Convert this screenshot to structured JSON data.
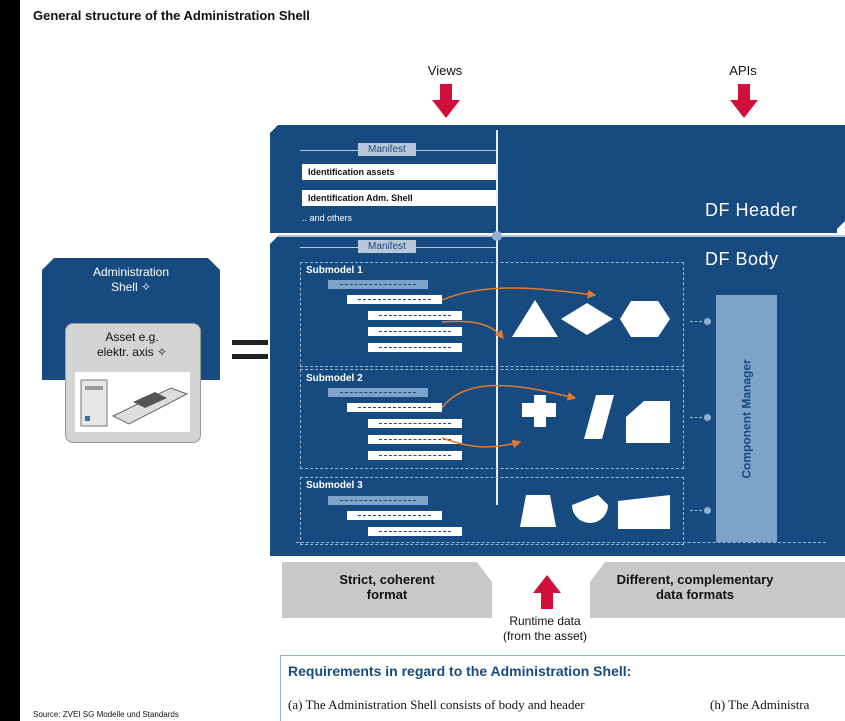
{
  "title": "General structure of the Administration Shell",
  "views_label": "Views",
  "apis_label": "APIs",
  "administration_shell": {
    "label_line1": "Administration",
    "label_line2": "Shell ✧",
    "asset_line1": "Asset e.g.",
    "asset_line2": "elektr. axis ✧"
  },
  "equals": "=",
  "header": {
    "manifest": "Manifest",
    "rows": [
      "Identification assets",
      "Identification Adm. Shell"
    ],
    "others": ".. and others",
    "df_label": "DF  Header"
  },
  "body": {
    "manifest": "Manifest",
    "df_label": "DF  Body",
    "submodels": [
      "Submodel 1",
      "Submodel 2",
      "Submodel 3"
    ],
    "component_manager": "Component Manager"
  },
  "bottom": {
    "left_line1": "Strict, coherent",
    "left_line2": "format",
    "right_line1": "Different, complementary",
    "right_line2": "data formats",
    "runtime_line1": "Runtime data",
    "runtime_line2": "(from the asset)"
  },
  "requirements": {
    "title": "Requirements in regard to the Administration Shell:",
    "item_a": "(a)  The Administration Shell consists of body and header",
    "item_h": "(h)  The Administra"
  },
  "source": "Source: ZVEI SG Modelle und Standards",
  "colors": {
    "panel": "#174b7f",
    "arrow_red": "#d0103a",
    "gray": "#c8c8c8",
    "accent_orange": "#e07a2c"
  }
}
